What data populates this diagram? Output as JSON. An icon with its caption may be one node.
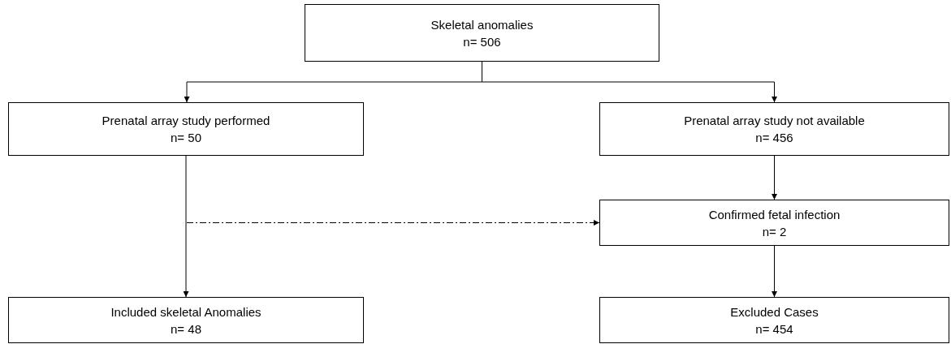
{
  "diagram": {
    "nodes": [
      {
        "text": [
          "Skeletal anomalies",
          "n= 506"
        ]
      },
      {
        "text": [
          "Prenatal array study performed",
          "n= 50"
        ]
      },
      {
        "text": [
          "Prenatal array study not available",
          "n= 456"
        ]
      },
      {
        "text": [
          "Confirmed fetal infection",
          "n= 2"
        ]
      },
      {
        "text": [
          "Included skeletal Anomalies",
          "n= 48"
        ]
      },
      {
        "text": [
          "Excluded Cases",
          "n= 454"
        ]
      }
    ],
    "edges": [
      {
        "from": 0,
        "to": 1,
        "arrow": "to"
      },
      {
        "from": 0,
        "to": 2,
        "arrow": "to"
      },
      {
        "from": 1,
        "to": 4,
        "arrow": "to"
      },
      {
        "from": null,
        "to": 3,
        "arrow": "to",
        "style": "dashed"
      },
      {
        "from": 2,
        "to": 3,
        "arrow": "to"
      },
      {
        "from": 3,
        "to": 5,
        "arrow": "to"
      }
    ]
  }
}
